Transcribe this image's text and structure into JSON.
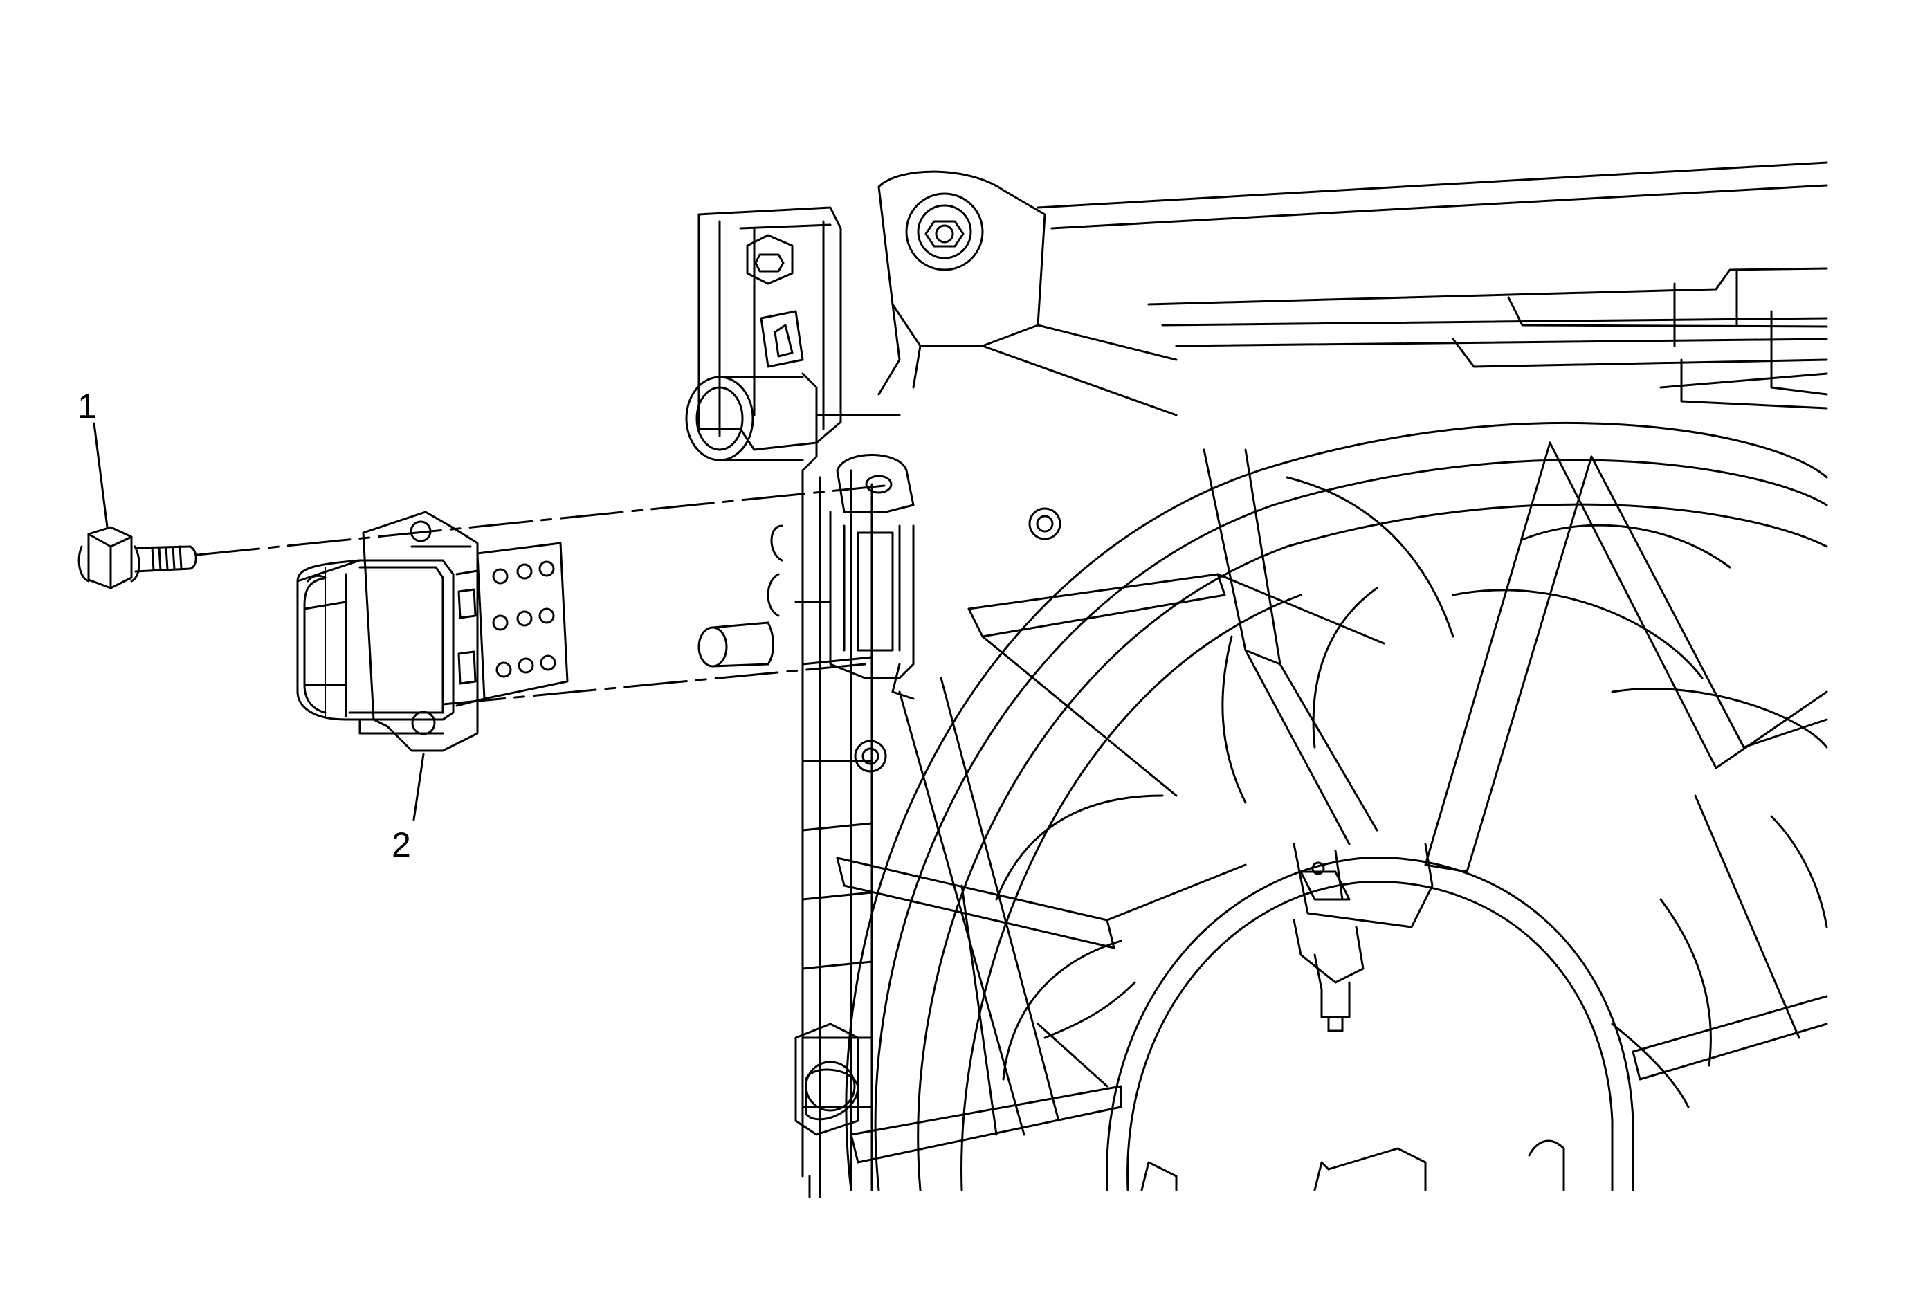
{
  "diagram": {
    "line_color": "#000000",
    "background_color": "#ffffff",
    "callouts": [
      {
        "number": "1",
        "part": "bolt"
      },
      {
        "number": "2",
        "part": "blower-motor-resistor"
      }
    ]
  }
}
